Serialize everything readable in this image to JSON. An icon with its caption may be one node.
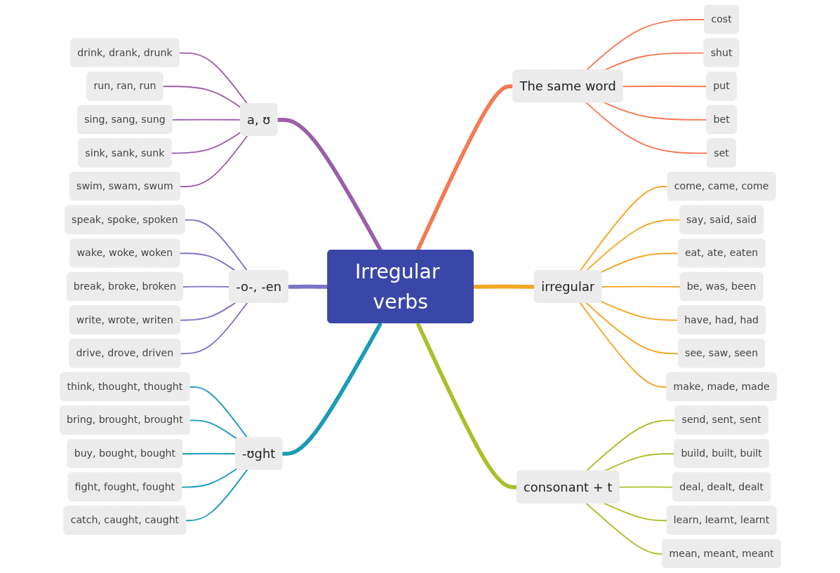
{
  "diagram": {
    "nodes": [
      {
        "text": [
          "Irregular verbs"
        ]
      },
      {
        "text": [
          "a, ʊ"
        ]
      },
      {
        "text": [
          "drink, drank, drunk"
        ]
      },
      {
        "text": [
          "run, ran, run"
        ]
      },
      {
        "text": [
          "sing, sang, sung"
        ]
      },
      {
        "text": [
          "sink, sank, sunk"
        ]
      },
      {
        "text": [
          "swim, swam, swum"
        ]
      },
      {
        "text": [
          "-o-, -en"
        ]
      },
      {
        "text": [
          "speak, spoke, spoken"
        ]
      },
      {
        "text": [
          "wake, woke, woken"
        ]
      },
      {
        "text": [
          "break, broke, broken"
        ]
      },
      {
        "text": [
          "write, wrote, writen"
        ]
      },
      {
        "text": [
          "drive, drove, driven"
        ]
      },
      {
        "text": [
          "-ʊght"
        ]
      },
      {
        "text": [
          "think, thought, thought"
        ]
      },
      {
        "text": [
          "bring, brought, brought"
        ]
      },
      {
        "text": [
          "buy, bought, bought"
        ]
      },
      {
        "text": [
          "fight, fought, fought"
        ]
      },
      {
        "text": [
          "catch, caught, caught"
        ]
      },
      {
        "text": [
          "The same word"
        ]
      },
      {
        "text": [
          "cost"
        ]
      },
      {
        "text": [
          "shut"
        ]
      },
      {
        "text": [
          "put"
        ]
      },
      {
        "text": [
          "bet"
        ]
      },
      {
        "text": [
          "set"
        ]
      },
      {
        "text": [
          "irregular"
        ]
      },
      {
        "text": [
          "come, came, come"
        ]
      },
      {
        "text": [
          "say, said, said"
        ]
      },
      {
        "text": [
          "eat, ate, eaten"
        ]
      },
      {
        "text": [
          "be, was, been"
        ]
      },
      {
        "text": [
          "have, had, had"
        ]
      },
      {
        "text": [
          "see, saw, seen"
        ]
      },
      {
        "text": [
          "make, made, made"
        ]
      },
      {
        "text": [
          "consonant + t"
        ]
      },
      {
        "text": [
          "send, sent, sent"
        ]
      },
      {
        "text": [
          "build, built, built"
        ]
      },
      {
        "text": [
          "deal, dealt, dealt"
        ]
      },
      {
        "text": [
          "learn, learnt, learnt"
        ]
      },
      {
        "text": [
          "mean, meant, meant"
        ]
      }
    ],
    "edges": [
      {
        "from": 1,
        "to": 0,
        "arrow": "none",
        "style": "thick",
        "color": "#9b5fa8"
      },
      {
        "from": 2,
        "to": 1,
        "arrow": "none",
        "color": "#9b5fa8"
      },
      {
        "from": 3,
        "to": 1,
        "arrow": "none",
        "color": "#9b5fa8"
      },
      {
        "from": 4,
        "to": 1,
        "arrow": "none",
        "color": "#9b5fa8"
      },
      {
        "from": 5,
        "to": 1,
        "arrow": "none",
        "color": "#9b5fa8"
      },
      {
        "from": 6,
        "to": 1,
        "arrow": "none",
        "color": "#9b5fa8"
      },
      {
        "from": 7,
        "to": 0,
        "arrow": "none",
        "style": "thick",
        "color": "#7b74c4"
      },
      {
        "from": 8,
        "to": 7,
        "arrow": "none",
        "color": "#7b74c4"
      },
      {
        "from": 9,
        "to": 7,
        "arrow": "none",
        "color": "#7b74c4"
      },
      {
        "from": 10,
        "to": 7,
        "arrow": "none",
        "color": "#7b74c4"
      },
      {
        "from": 11,
        "to": 7,
        "arrow": "none",
        "color": "#7b74c4"
      },
      {
        "from": 12,
        "to": 7,
        "arrow": "none",
        "color": "#7b74c4"
      },
      {
        "from": 13,
        "to": 0,
        "arrow": "none",
        "style": "thick",
        "color": "#1a9bb8"
      },
      {
        "from": 14,
        "to": 13,
        "arrow": "none",
        "color": "#1a9bb8"
      },
      {
        "from": 15,
        "to": 13,
        "arrow": "none",
        "color": "#1a9bb8"
      },
      {
        "from": 16,
        "to": 13,
        "arrow": "none",
        "color": "#1a9bb8"
      },
      {
        "from": 17,
        "to": 13,
        "arrow": "none",
        "color": "#1a9bb8"
      },
      {
        "from": 18,
        "to": 13,
        "arrow": "none",
        "color": "#1a9bb8"
      },
      {
        "from": 0,
        "to": 19,
        "arrow": "none",
        "style": "thick",
        "color": "#f47a55"
      },
      {
        "from": 19,
        "to": 20,
        "arrow": "none",
        "color": "#f47a55"
      },
      {
        "from": 19,
        "to": 21,
        "arrow": "none",
        "color": "#f47a55"
      },
      {
        "from": 19,
        "to": 22,
        "arrow": "none",
        "color": "#f47a55"
      },
      {
        "from": 19,
        "to": 23,
        "arrow": "none",
        "color": "#f47a55"
      },
      {
        "from": 19,
        "to": 24,
        "arrow": "none",
        "color": "#f47a55"
      },
      {
        "from": 0,
        "to": 25,
        "arrow": "none",
        "style": "thick",
        "color": "#f5a623"
      },
      {
        "from": 25,
        "to": 26,
        "arrow": "none",
        "color": "#f5a623"
      },
      {
        "from": 25,
        "to": 27,
        "arrow": "none",
        "color": "#f5a623"
      },
      {
        "from": 25,
        "to": 28,
        "arrow": "none",
        "color": "#f5a623"
      },
      {
        "from": 25,
        "to": 29,
        "arrow": "none",
        "color": "#f5a623"
      },
      {
        "from": 25,
        "to": 30,
        "arrow": "none",
        "color": "#f5a623"
      },
      {
        "from": 25,
        "to": 31,
        "arrow": "none",
        "color": "#f5a623"
      },
      {
        "from": 25,
        "to": 32,
        "arrow": "none",
        "color": "#f5a623"
      },
      {
        "from": 0,
        "to": 33,
        "arrow": "none",
        "style": "thick",
        "color": "#a8c02a"
      },
      {
        "from": 33,
        "to": 34,
        "arrow": "none",
        "color": "#a8c02a"
      },
      {
        "from": 33,
        "to": 35,
        "arrow": "none",
        "color": "#a8c02a"
      },
      {
        "from": 33,
        "to": 36,
        "arrow": "none",
        "color": "#a8c02a"
      },
      {
        "from": 33,
        "to": 37,
        "arrow": "none",
        "color": "#a8c02a"
      },
      {
        "from": 33,
        "to": 38,
        "arrow": "none",
        "color": "#a8c02a"
      }
    ]
  }
}
